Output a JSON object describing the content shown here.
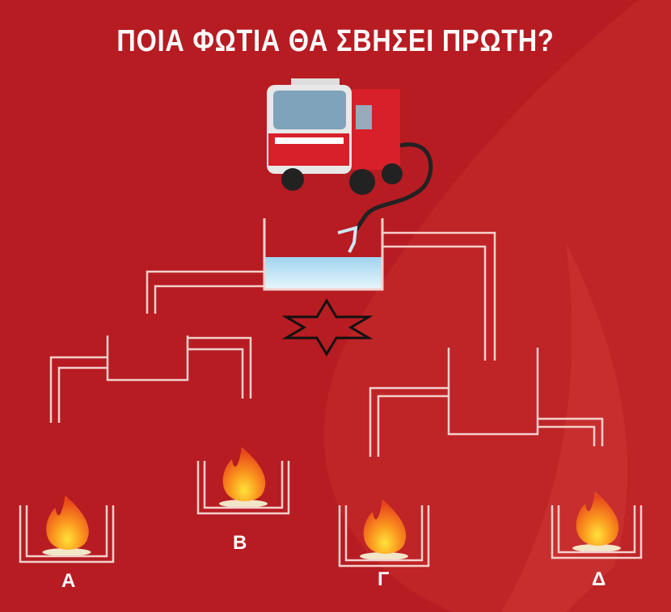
{
  "title": "ΠΟΙΑ ΦΩΤΙΑ ΘΑ ΣΒΗΣΕΙ ΠΡΩΤΗ?",
  "options": [
    {
      "label": "A"
    },
    {
      "label": "B"
    },
    {
      "label": "Γ"
    },
    {
      "label": "Δ"
    }
  ],
  "colors": {
    "background": "#b61c22",
    "pipe": "#f4d0cc",
    "water": "#cfeaf6",
    "flame": "#f36a1c"
  }
}
